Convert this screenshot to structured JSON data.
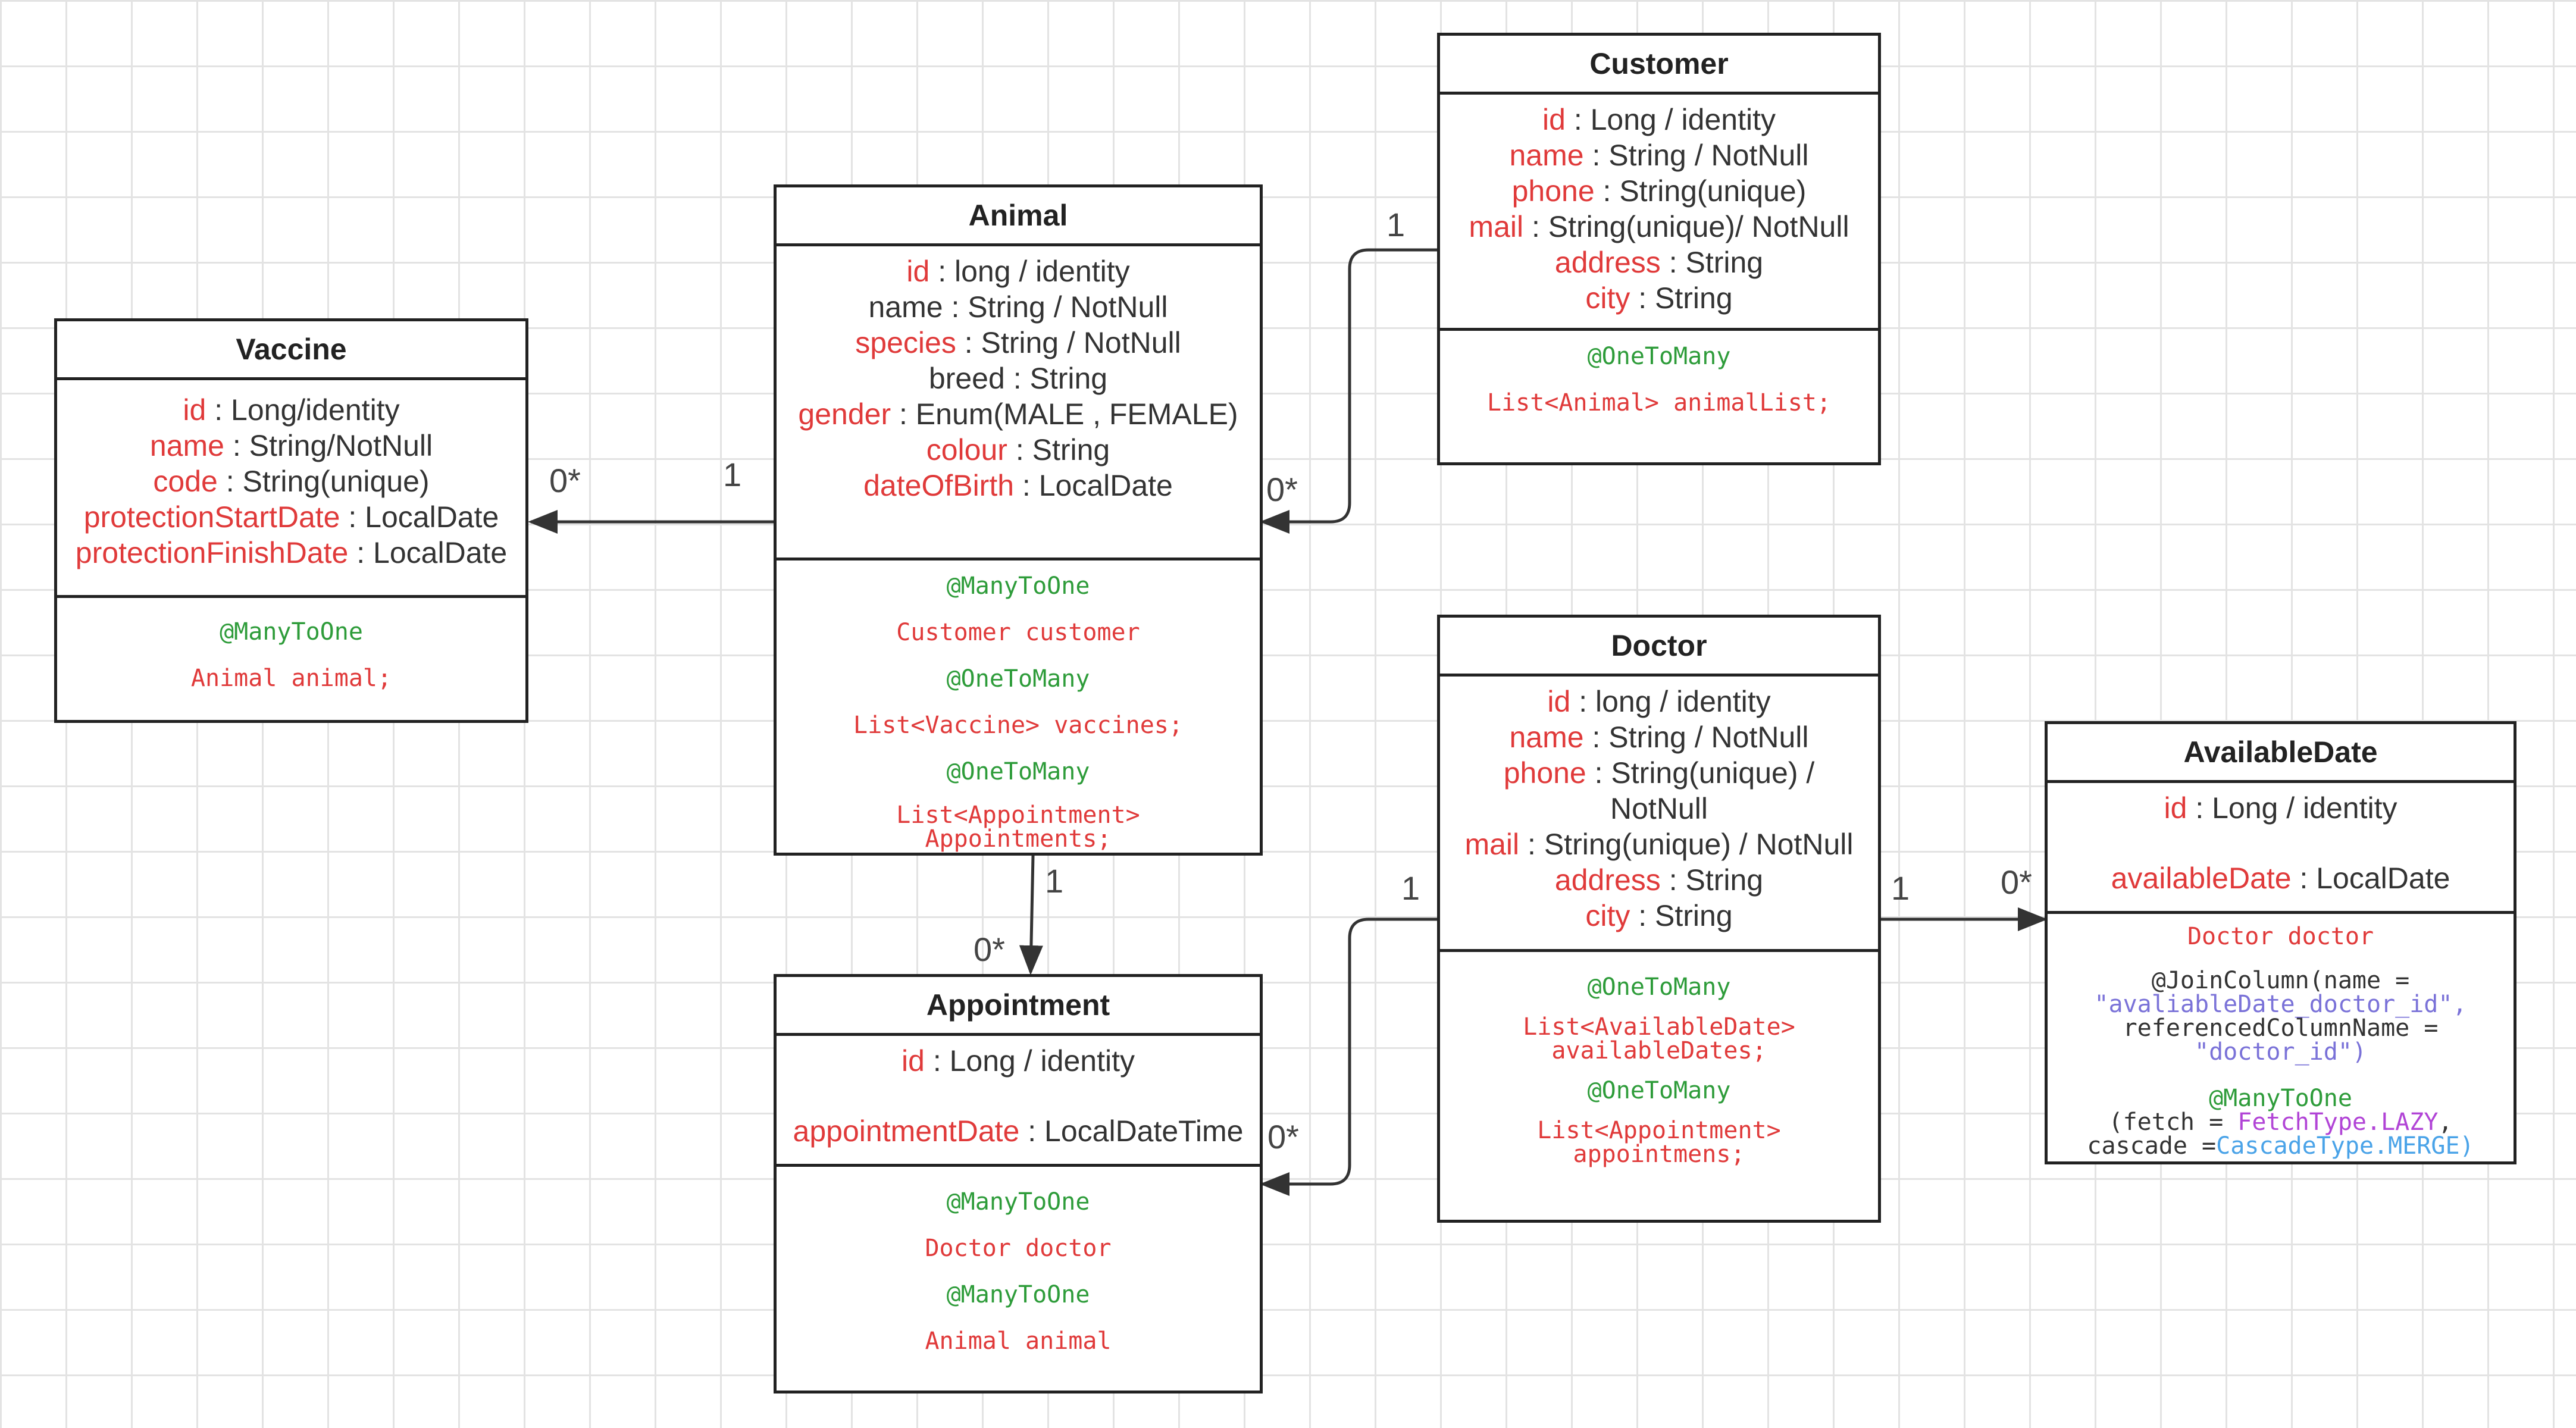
{
  "colors": {
    "attribute_name": "#e03a3a",
    "annotation": "#2e9c3a",
    "code": "#e03a3a",
    "border": "#222222",
    "grid": "#e3e3e3"
  },
  "classes": {
    "customer": {
      "title": "Customer",
      "attrs": [
        {
          "name": "id",
          "type": " : Long / identity"
        },
        {
          "name": "name",
          "type": " : String / NotNull"
        },
        {
          "name": "phone",
          "type": " : String(unique)"
        },
        {
          "name": "mail",
          "type": " : String(unique)/ NotNull"
        },
        {
          "name": "address",
          "type": " : String"
        },
        {
          "name": "city",
          "type": " : String"
        }
      ],
      "methods": {
        "ann1": "@OneToMany",
        "code1": "List<Animal> animalList;"
      }
    },
    "animal": {
      "title": "Animal",
      "attrs": [
        {
          "name": "id",
          "type": " : long / identity"
        },
        {
          "name": "name",
          "type": " : String / NotNull"
        },
        {
          "name": "species",
          "type": " : String / NotNull"
        },
        {
          "name": "breed",
          "type": " : String"
        },
        {
          "name": "gender",
          "type": " : Enum(MALE , FEMALE)"
        },
        {
          "name": "colour",
          "type": "  : String"
        },
        {
          "name": "dateOfBirth",
          "type": " : LocalDate"
        }
      ],
      "methods": {
        "ann1": "@ManyToOne",
        "code1": "Customer customer",
        "ann2": "@OneToMany",
        "code2": "List<Vaccine> vaccines;",
        "ann3": "@OneToMany",
        "code3a": "List<Appointment>",
        "code3b": "Appointments;"
      }
    },
    "vaccine": {
      "title": "Vaccine",
      "attrs": [
        {
          "name": "id",
          "type": " : Long/identity"
        },
        {
          "name": "name",
          "type": " : String/NotNull"
        },
        {
          "name": "code",
          "type": " : String(unique)"
        },
        {
          "name": "protectionStartDate",
          "type": " : LocalDate"
        },
        {
          "name": "protectionFinishDate",
          "type": " : LocalDate"
        }
      ],
      "methods": {
        "ann1": "@ManyToOne",
        "code1": "Animal animal;"
      }
    },
    "doctor": {
      "title": "Doctor",
      "attrs": [
        {
          "name": "id",
          "type": " : long / identity"
        },
        {
          "name": "name",
          "type": " : String / NotNull"
        },
        {
          "name": "phone",
          "type": " : String(unique) /"
        },
        {
          "name": "",
          "type": "NotNull"
        },
        {
          "name": "mail",
          "type": " : String(unique) / NotNull"
        },
        {
          "name": "address",
          "type": " : String"
        },
        {
          "name": "city",
          "type": " : String"
        }
      ],
      "methods": {
        "ann1": "@OneToMany",
        "code1a": "List<AvailableDate>",
        "code1b": "availableDates;",
        "ann2": "@OneToMany",
        "code2a": "List<Appointment>",
        "code2b": "appointmens;"
      }
    },
    "appointment": {
      "title": "Appointment",
      "attrs": [
        {
          "name": "id",
          "type": " : Long / identity"
        },
        {
          "name": "appointmentDate",
          "type": " : LocalDateTime"
        }
      ],
      "methods": {
        "ann1": "@ManyToOne",
        "code1": "Doctor doctor",
        "ann2": "@ManyToOne",
        "code2": "Animal animal"
      }
    },
    "availabledate": {
      "title": "AvailableDate",
      "attrs": [
        {
          "name": "id",
          "type": " : Long / identity"
        },
        {
          "name": "availableDate",
          "type": " : LocalDate"
        }
      ],
      "methods": {
        "code1": "Doctor doctor",
        "join_l1": "@JoinColumn(name =",
        "join_l2": "\"avaliableDate_doctor_id\",",
        "join_l3": "referencedColumnName =",
        "join_l4": "\"doctor_id\")",
        "ann1": "@ManyToOne",
        "fetch_prefix": "(fetch = ",
        "fetch_value": "FetchType.LAZY",
        "fetch_suffix": ",",
        "cascade_prefix": "cascade =",
        "cascade_value": "CascadeType.MERGE)"
      }
    }
  },
  "multiplicities": {
    "customer_animal_one": "1",
    "customer_animal_many": "0*",
    "animal_vaccine_one": "1",
    "animal_vaccine_many": "0*",
    "animal_appointment_one": "1",
    "animal_appointment_many": "0*",
    "doctor_appointment_one": "1",
    "doctor_appointment_many": "0*",
    "doctor_availabledate_one": "1",
    "doctor_availabledate_many": "0*"
  }
}
